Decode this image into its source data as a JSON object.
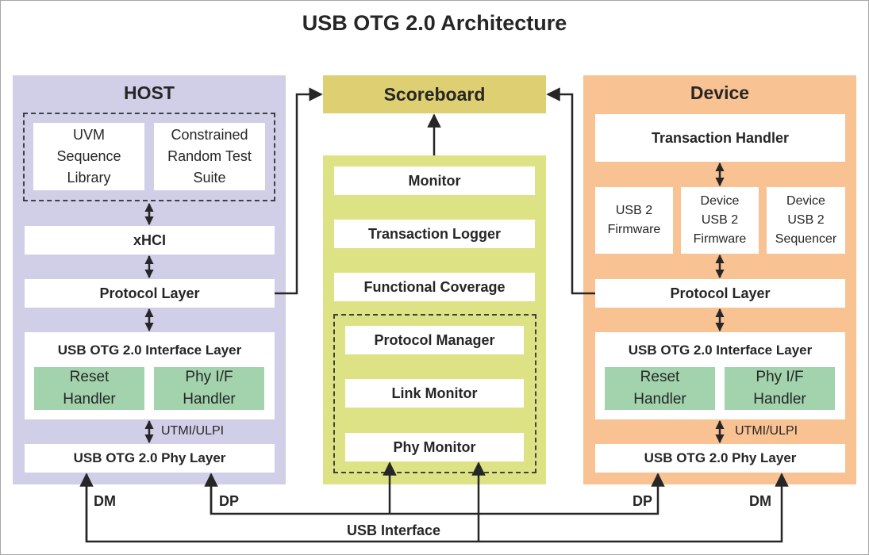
{
  "title": "USB OTG 2.0 Architecture",
  "host": {
    "title": "HOST",
    "uvm_library": [
      "UVM",
      "Sequence",
      "Library"
    ],
    "crt_suite": [
      "Constrained",
      "Random Test",
      "Suite"
    ],
    "xhci": "xHCI",
    "protocol_layer": "Protocol Layer",
    "interface_layer": "USB OTG 2.0 Interface Layer",
    "reset_handler": [
      "Reset",
      "Handler"
    ],
    "phy_if_handler": [
      "Phy I/F",
      "Handler"
    ],
    "utmi_label": "UTMI/ULPI",
    "phy_layer": "USB OTG 2.0 Phy Layer"
  },
  "scoreboard": "Scoreboard",
  "monitor_panel": {
    "monitor": "Monitor",
    "transaction_logger": "Transaction Logger",
    "functional_coverage": "Functional Coverage",
    "protocol_manager": "Protocol Manager",
    "link_monitor": "Link Monitor",
    "phy_monitor": "Phy Monitor"
  },
  "device": {
    "title": "Device",
    "transaction_handler": "Transaction Handler",
    "usb2_firmware": [
      "USB 2",
      "Firmware"
    ],
    "device_usb2_firmware": [
      "Device",
      "USB 2",
      "Firmware"
    ],
    "device_usb2_sequencer": [
      "Device",
      "USB 2",
      "Sequencer"
    ],
    "protocol_layer": "Protocol Layer",
    "interface_layer": "USB OTG 2.0 Interface Layer",
    "reset_handler": [
      "Reset",
      "Handler"
    ],
    "phy_if_handler": [
      "Phy I/F",
      "Handler"
    ],
    "utmi_label": "UTMI/ULPI",
    "phy_layer": "USB OTG 2.0 Phy Layer"
  },
  "signals": {
    "host_dm": "DM",
    "host_dp": "DP",
    "device_dp": "DP",
    "device_dm": "DM",
    "bus": "USB Interface"
  },
  "colors": {
    "host_panel": "#d1cfe8",
    "device_panel": "#f8c293",
    "monitor_panel": "#dde384",
    "scoreboard": "#ddcf72",
    "handler_boxes": "#a2d3ad",
    "wires": "#262626"
  }
}
